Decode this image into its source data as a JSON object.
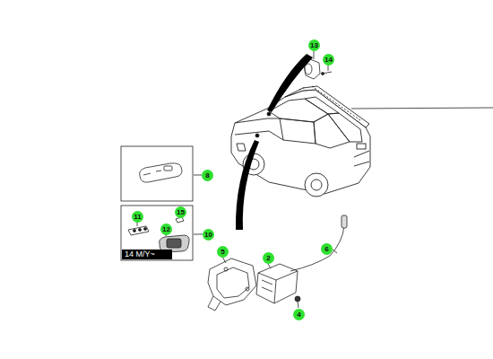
{
  "diagram": {
    "nodes": [
      {
        "text": [
          "14 M/Y~"
        ]
      }
    ],
    "labels": [
      "13",
      "14",
      "8",
      "11",
      "12",
      "15",
      "10",
      "5",
      "2",
      "6",
      "4"
    ]
  }
}
